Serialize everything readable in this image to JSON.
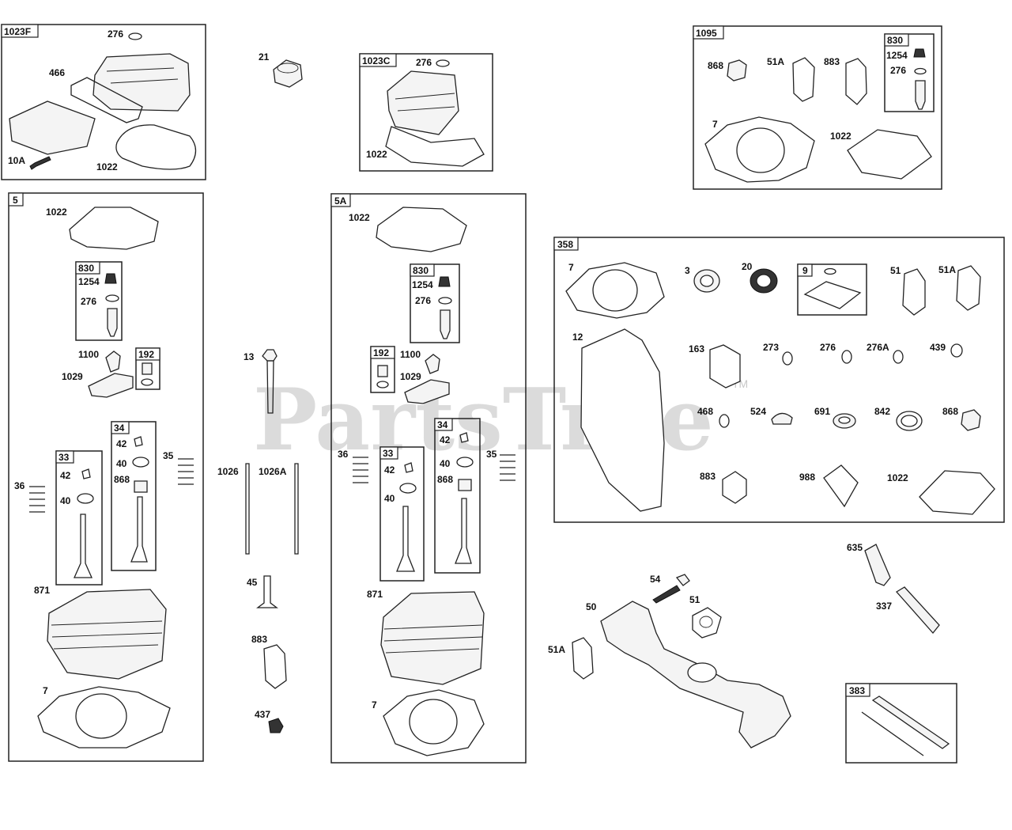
{
  "watermark": {
    "text": "PartsTree",
    "trademark": "TM"
  },
  "groups": {
    "g1023f": "1023F",
    "g5": "5",
    "g1023c": "1023C",
    "g5a": "5A",
    "g1095": "1095",
    "g358": "358",
    "g383": "383",
    "g830": "830",
    "g192": "192",
    "g34": "34",
    "g33": "33",
    "g9": "9"
  },
  "parts": {
    "p276": "276",
    "p466": "466",
    "p10a": "10A",
    "p1022": "1022",
    "p21": "21",
    "p1254": "1254",
    "p1100": "1100",
    "p1029": "1029",
    "p42": "42",
    "p40": "40",
    "p868": "868",
    "p35": "35",
    "p36": "36",
    "p871": "871",
    "p7": "7",
    "p13": "13",
    "p1026": "1026",
    "p1026a": "1026A",
    "p45": "45",
    "p883": "883",
    "p437": "437",
    "p51a": "51A",
    "p3": "3",
    "p20": "20",
    "p51": "51",
    "p12": "12",
    "p163": "163",
    "p273": "273",
    "p276a": "276A",
    "p439": "439",
    "p468": "468",
    "p524": "524",
    "p691": "691",
    "p842": "842",
    "p988": "988",
    "p635": "635",
    "p337": "337",
    "p54": "54",
    "p50": "50"
  }
}
